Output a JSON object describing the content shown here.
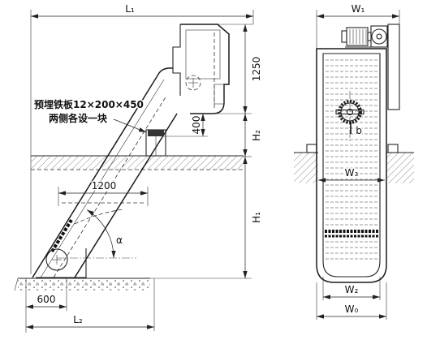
{
  "side_view": {
    "dim_L1": "L₁",
    "dim_1250": "1250",
    "note_line1": "预埋铁板12×200×450",
    "note_line2": "两侧各设一块",
    "dim_400": "400",
    "dim_H2": "H₂",
    "dim_1200": "1200",
    "angle_alpha": "α",
    "dim_H1": "H₁",
    "dim_600": "600",
    "dim_L2": "L₂"
  },
  "front_view": {
    "dim_W1": "W₁",
    "label_b": "b",
    "dim_W3": "W₃",
    "dim_W2": "W₂",
    "dim_W0": "W₀"
  }
}
